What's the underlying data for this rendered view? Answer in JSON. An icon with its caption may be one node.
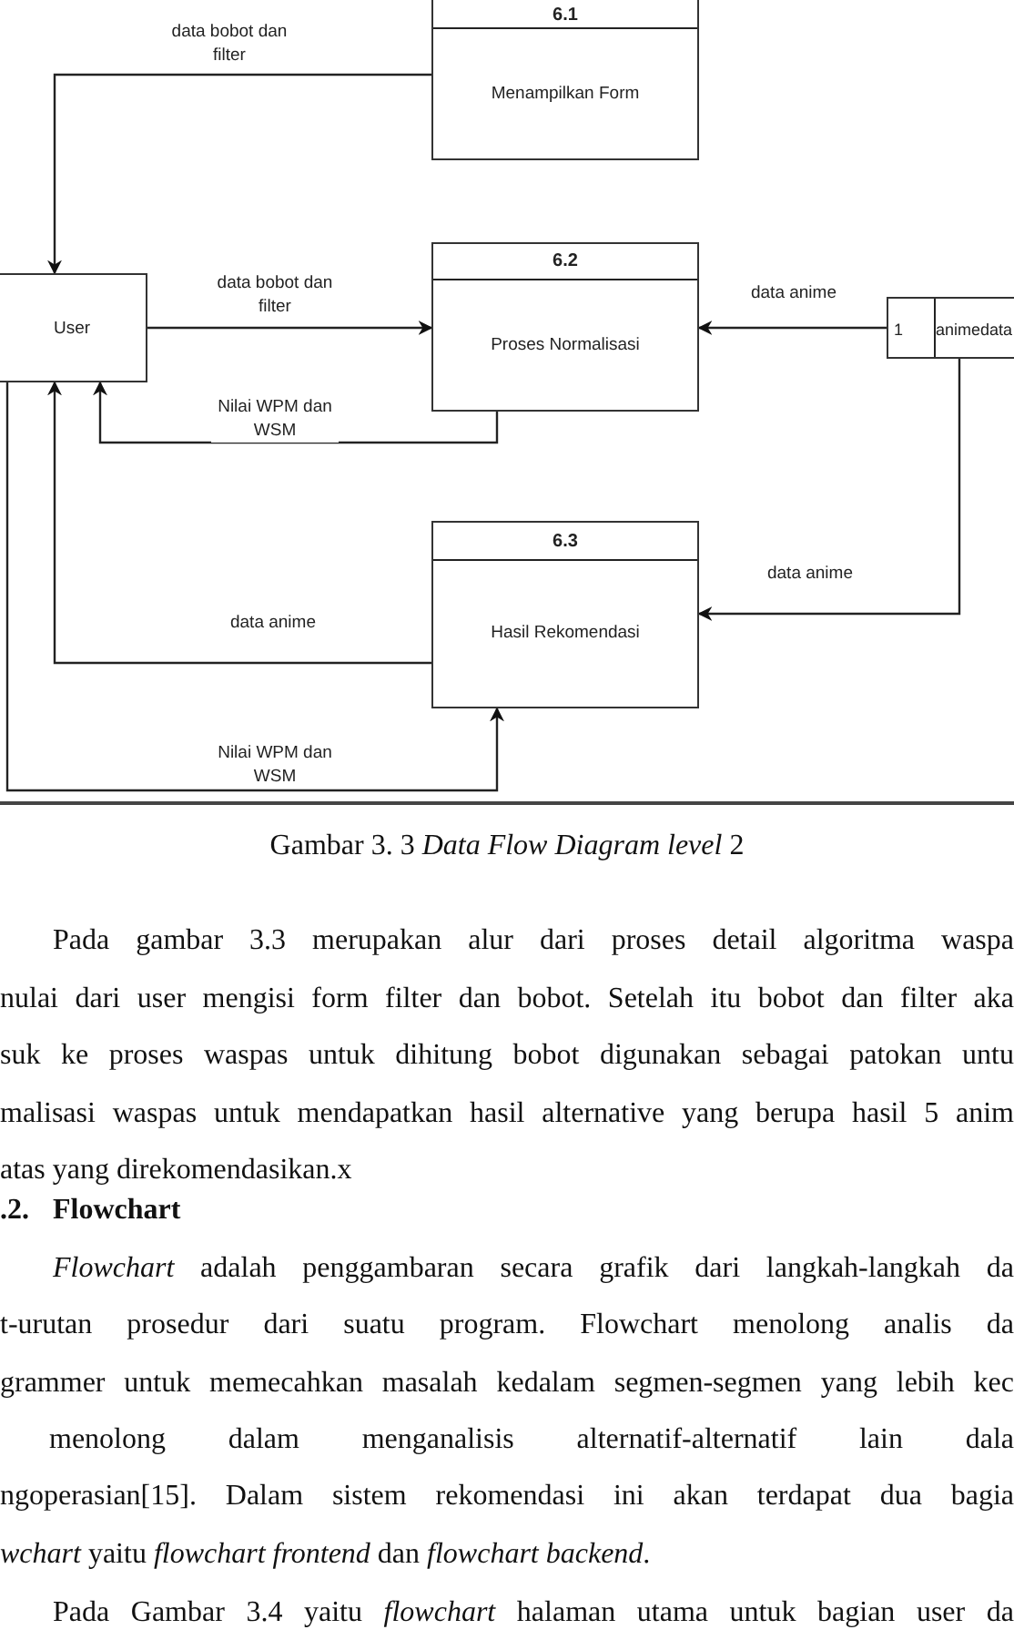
{
  "diagram": {
    "caption": "Gambar 3. 3 *Data Flow Diagram level* 2",
    "nodes": [
      {
        "text": [
          "6.1",
          "Menampilkan Form"
        ]
      },
      {
        "text": [
          "User"
        ]
      },
      {
        "text": [
          "6.2",
          "Proses Normalisasi"
        ]
      },
      {
        "text": [
          "1",
          "animedata"
        ]
      },
      {
        "text": [
          "6.3",
          "Hasil Rekomendasi"
        ]
      }
    ],
    "edges": [
      {
        "from": 0,
        "to": 1,
        "arrow": "to",
        "label": "data bobot dan filter"
      },
      {
        "from": 1,
        "to": 2,
        "arrow": "to",
        "label": "data bobot dan filter"
      },
      {
        "from": 3,
        "to": 2,
        "arrow": "to",
        "label": "data anime"
      },
      {
        "from": 2,
        "to": 1,
        "arrow": "to",
        "label": "Nilai WPM dan WSM"
      },
      {
        "from": 3,
        "to": 4,
        "arrow": "to",
        "label": "data anime"
      },
      {
        "from": 4,
        "to": 1,
        "arrow": "to",
        "label": "data anime"
      },
      {
        "from": 1,
        "to": 4,
        "arrow": "to",
        "label": "Nilai WPM dan WSM"
      }
    ],
    "labels": [
      "Pada gambar 3.3 merupakan alur dari proses detail algoritma waspa",
      "nulai dari user mengisi form filter dan bobot. Setelah itu bobot dan filter aka",
      "suk ke proses waspas untuk dihitung bobot digunakan sebagai patokan untu",
      "malisasi waspas untuk mendapatkan hasil alternative yang berupa hasil 5 anim",
      "atas yang direkomendasikan.x",
      ".2.",
      "Flowchart",
      "*Flowchart* adalah penggambaran secara grafik dari langkah-langkah da",
      "t-urutan prosedur dari suatu program. Flowchart menolong analis da",
      "grammer untuk memecahkan masalah kedalam segmen-segmen yang lebih kec",
      "menolong dalam menganalisis alternatif-alternatif lain dala",
      "ngoperasian[15]. Dalam sistem rekomendasi ini akan terdapat dua bagia",
      "*wchart* yaitu *flowchart frontend* dan *flowchart backend*.",
      "Pada Gambar 3.4 yaitu *flowchart* halaman utama untuk bagian user da"
    ]
  }
}
